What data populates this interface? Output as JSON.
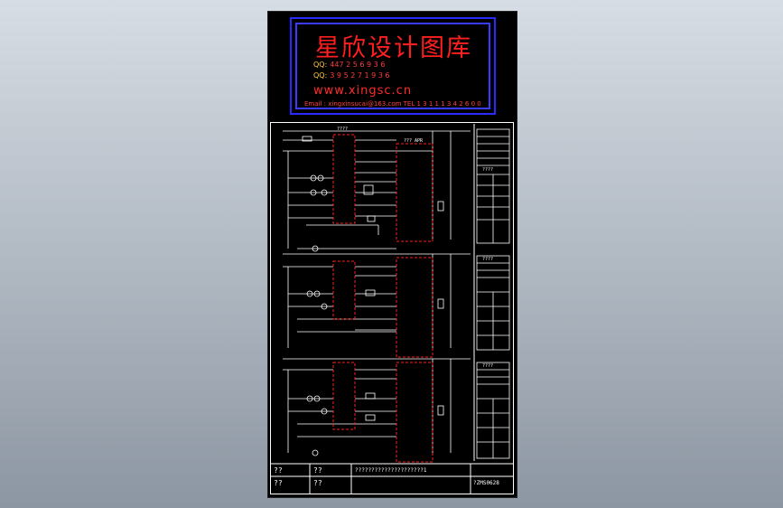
{
  "banner": {
    "title": "星欣设计图库",
    "qq1_tag": "QQ:",
    "qq1": "447 2 5 6 9 3 6",
    "qq2_tag": "QQ:",
    "qq2": "3 9 5 2 7 1 9 3 6",
    "website": "www.xingsc.cn",
    "contact": "Email : xingxinsucai@163.com  TEL 1 3 1 1 1 3 4 2 6 0 0"
  },
  "schematic": {
    "module_label": "????",
    "bus_label": "??? APR",
    "side_panels": [
      "????",
      "????",
      "????"
    ]
  },
  "title_block": {
    "c1r1": "??",
    "c2r1": "??",
    "c3r1": "?????????????????????1",
    "c1r2": "??",
    "c2r2": "??",
    "code": "?ZMS0628"
  },
  "colors": {
    "background": "#000000",
    "wire": "#ffffff",
    "red_outline": "#ff2020",
    "banner_border": "#2a2aff",
    "title_red": "#ff1f1f"
  }
}
